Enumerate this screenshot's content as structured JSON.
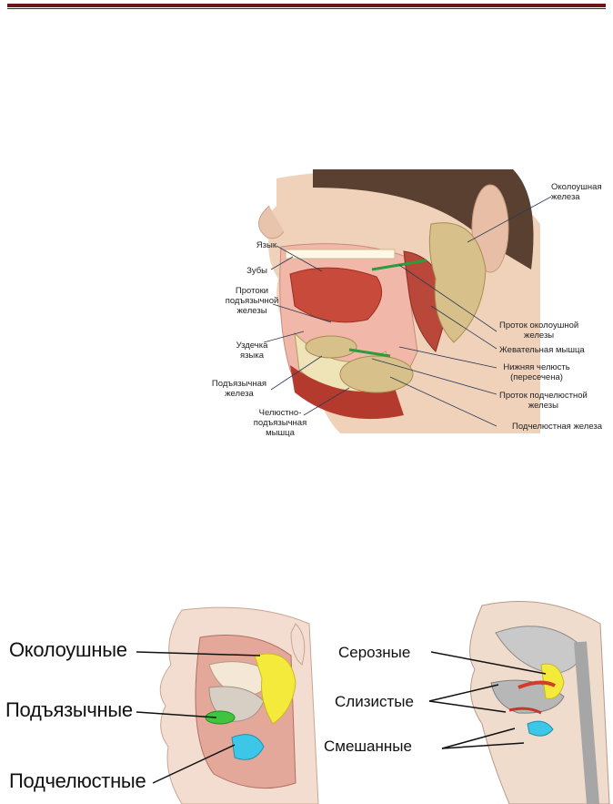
{
  "figure1": {
    "labels": {
      "okoloushnaya": "Околоушная\nжелеза",
      "yazyk": "Язык",
      "zuby": "Зубы",
      "protoki": "Протоки\nподъязычной\nжелезы",
      "uzdechka": "Уздечка\nязыка",
      "podyazychnaya": "Подъязычная\nжелеза",
      "chelyustno": "Челюстно-\nподъязычная\nмышца",
      "protok_okol": "Проток околоушной\nжелезы",
      "zhevatelnaya": "Жевательная мышца",
      "nizhnyaya": "Нижняя челюсть\n(пересечена)",
      "protok_podch": "Проток подчелюстной\nжелезы",
      "podchelyustnaya": "Подчелюстная железа"
    }
  },
  "figure2": {
    "labels": {
      "okoloushnye": "Околоушные",
      "podyazychnye": "Подъязычные",
      "podchelyustnye": "Подчелюстные"
    }
  },
  "figure3": {
    "labels": {
      "seroznye": "Серозные",
      "slizistye": "Слизистые",
      "smeshannye": "Смешанные"
    }
  },
  "colors": {
    "rule": "#6e1414",
    "skin": "#f0d2bb",
    "gland": "#d8c08a",
    "muscle": "#c0392b",
    "yellow_gland": "#f4ea3c",
    "green_gland": "#3ec43e",
    "cyan_gland": "#3cc7e8"
  }
}
